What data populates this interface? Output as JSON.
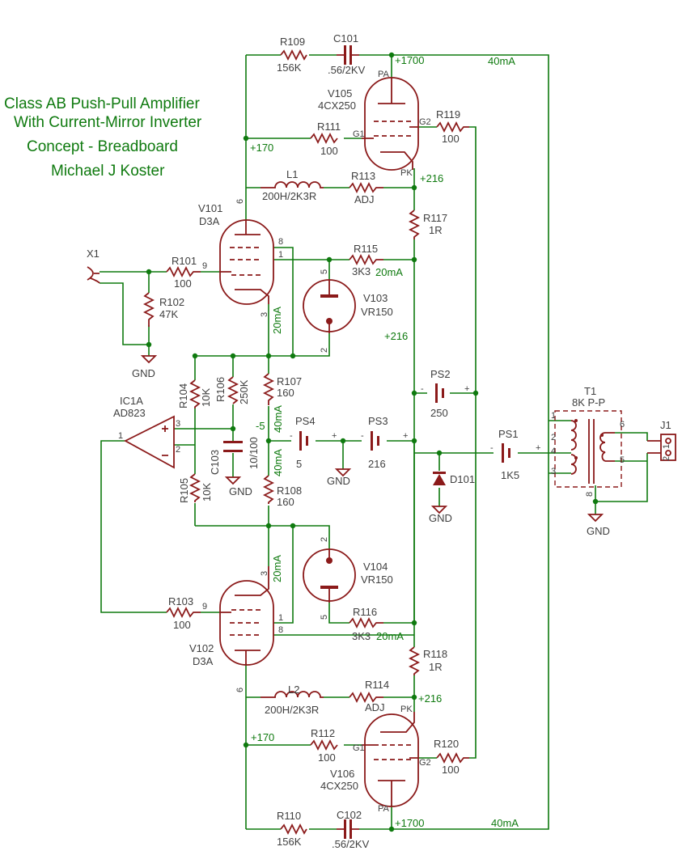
{
  "title": {
    "line1": "Class AB Push-Pull Amplifier",
    "line2": "With Current-Mirror Inverter",
    "line3": "Concept - Breadboard",
    "line4": "Michael J Koster"
  },
  "colors": {
    "wire": "#0f7a0f",
    "part": "#8b1a1a",
    "text": "#404040"
  },
  "nets": {
    "hv": "+1700",
    "screen": "+170",
    "cathode": "+216",
    "neg": "-5",
    "gnd": "GND",
    "current_40": "40mA",
    "current_20": "20mA"
  },
  "parts": {
    "R109": {
      "ref": "R109",
      "value": "156K"
    },
    "C101": {
      "ref": "C101",
      "value": ".56/2KV"
    },
    "V105": {
      "ref": "V105",
      "value": "4CX250"
    },
    "R119": {
      "ref": "R119",
      "value": "100"
    },
    "R111": {
      "ref": "R111",
      "value": "100"
    },
    "L1": {
      "ref": "L1",
      "value": "200H/2K3R"
    },
    "R113": {
      "ref": "R113",
      "value": "ADJ"
    },
    "R117": {
      "ref": "R117",
      "value": "1R"
    },
    "V101": {
      "ref": "V101",
      "value": "D3A"
    },
    "X1": {
      "ref": "X1"
    },
    "R101": {
      "ref": "R101",
      "value": "100"
    },
    "R102": {
      "ref": "R102",
      "value": "47K"
    },
    "R115": {
      "ref": "R115",
      "value": "3K3"
    },
    "V103": {
      "ref": "V103",
      "value": "VR150"
    },
    "R104": {
      "ref": "R104",
      "value": "10K"
    },
    "R106": {
      "ref": "R106",
      "value": "250K"
    },
    "R107": {
      "ref": "R107",
      "value": "160"
    },
    "PS2": {
      "ref": "PS2",
      "value": "250"
    },
    "IC1A": {
      "ref": "IC1A",
      "value": "AD823"
    },
    "C103": {
      "ref": "C103",
      "value": "10/100"
    },
    "PS4": {
      "ref": "PS4",
      "value": "5"
    },
    "PS3": {
      "ref": "PS3",
      "value": "216"
    },
    "PS1": {
      "ref": "PS1",
      "value": "1K5"
    },
    "D101": {
      "ref": "D101"
    },
    "T1": {
      "ref": "T1",
      "value": "8K P-P"
    },
    "J1": {
      "ref": "J1"
    },
    "R105": {
      "ref": "R105",
      "value": "10K"
    },
    "R108": {
      "ref": "R108",
      "value": "160"
    },
    "V104": {
      "ref": "V104",
      "value": "VR150"
    },
    "R103": {
      "ref": "R103",
      "value": "100"
    },
    "V102": {
      "ref": "V102",
      "value": "D3A"
    },
    "R116": {
      "ref": "R116",
      "value": "3K3"
    },
    "R118": {
      "ref": "R118",
      "value": "1R"
    },
    "L2": {
      "ref": "L2",
      "value": "200H/2K3R"
    },
    "R114": {
      "ref": "R114",
      "value": "ADJ"
    },
    "R112": {
      "ref": "R112",
      "value": "100"
    },
    "R120": {
      "ref": "R120",
      "value": "100"
    },
    "V106": {
      "ref": "V106",
      "value": "4CX250"
    },
    "R110": {
      "ref": "R110",
      "value": "156K"
    },
    "C102": {
      "ref": "C102",
      "value": ".56/2KV"
    }
  },
  "pins": {
    "PA": "PA",
    "PK": "PK",
    "G1": "G1",
    "G2": "G2",
    "p1": "1",
    "p2": "2",
    "p3": "3",
    "p4": "4",
    "p5": "5",
    "p6": "6",
    "p8": "8",
    "p9": "9",
    "plus": "+",
    "minus": "-"
  }
}
